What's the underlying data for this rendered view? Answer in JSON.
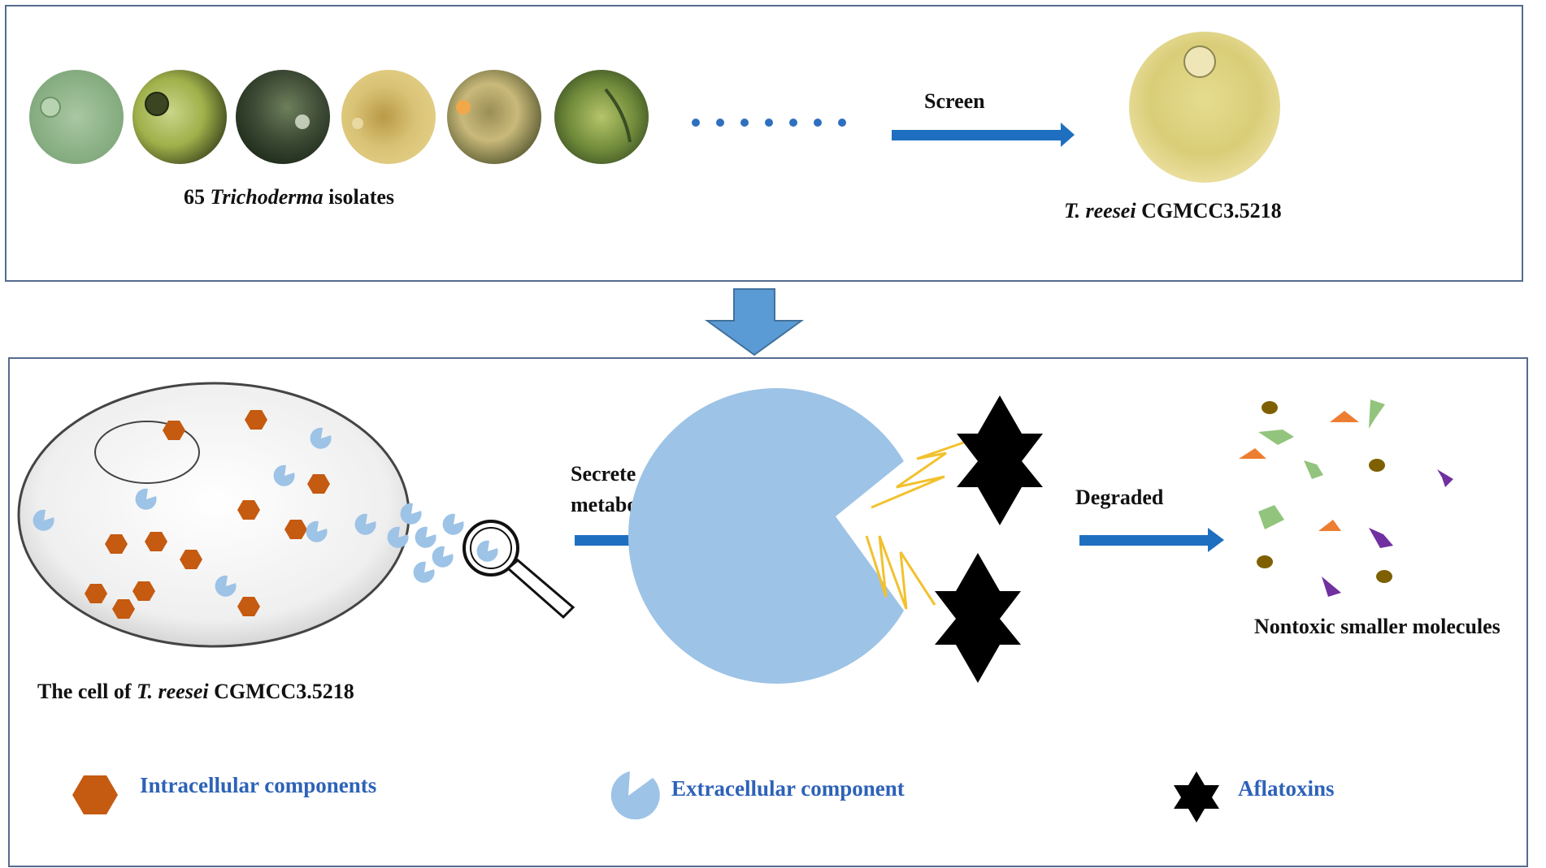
{
  "top_panel": {
    "isolates_label": {
      "count": "65",
      "genus": "Trichoderma",
      "suffix": "isolates"
    },
    "screen_label": "Screen",
    "selected_label": {
      "species": "T. reesei",
      "strain": "CGMCC3.5218"
    }
  },
  "bottom_panel": {
    "cell_label": {
      "prefix": "The cell of",
      "species": "T. reesei",
      "strain": "CGMCC3.5218"
    },
    "secrete_label": {
      "line1": "Secrete",
      "line2": "metabolites"
    },
    "degraded_label": "Degraded",
    "products_label": "Nontoxic smaller molecules"
  },
  "legend": {
    "intracellular": "Intracellular components",
    "extracellular": "Extracellular component",
    "aflatoxins": "Aflatoxins"
  },
  "colors": {
    "arrow_blue": "#1f6fc0",
    "down_arrow": "#5b9bd5",
    "extracellular_blue": "#9dc3e6",
    "intracellular_orange": "#c55a11",
    "legend_text": "#2d62b8",
    "bolt_yellow": "#f2c12e",
    "purple": "#7030a0",
    "green": "#92c47d",
    "olive": "#7f6000",
    "light_orange": "#ed7d31"
  },
  "icons": [
    "magnifier-icon",
    "aflatoxin-star-icon",
    "hexagon-icon",
    "pacman-icon"
  ]
}
